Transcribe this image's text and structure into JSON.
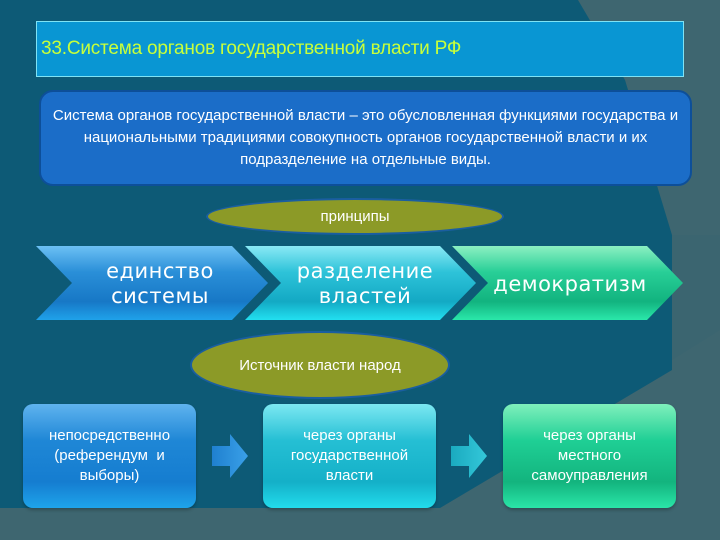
{
  "slide": {
    "title": "33.Система органов государственной власти РФ",
    "definition": "Система органов государственной власти – это обусловленная функциями государства и национальными традициями совокупность органов государственной власти и их подразделение на отдельные виды.",
    "principles": {
      "label": "принципы",
      "items": [
        {
          "line1": "единство",
          "line2": "системы"
        },
        {
          "line1": "разделение",
          "line2": "властей"
        },
        {
          "line1": "демократизм"
        }
      ]
    },
    "source": {
      "label": "Источник власти народ",
      "forms": [
        {
          "line1": "непосредственно",
          "line2": "(референдум  и",
          "line3": "выборы)"
        },
        {
          "line1": "через органы",
          "line2": "государственной",
          "line3": "власти"
        },
        {
          "line1": "через органы",
          "line2": "местного",
          "line3": "самоуправления"
        }
      ]
    }
  },
  "colors": {
    "background": "#0d5a76",
    "background_panel": "#3e6670",
    "title_bg": "#0996d3",
    "title_text": "#c8ff3a",
    "definition_bg": "#1b6dc8",
    "ellipse_fill": "#8c9a27",
    "chevron_blue": "#1a85d4",
    "chevron_cyan": "#22c3d8",
    "chevron_green": "#20d197"
  }
}
